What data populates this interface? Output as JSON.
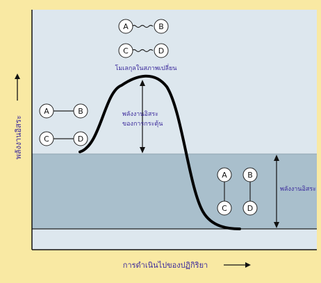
{
  "colors": {
    "background": "#f9e9a3",
    "plot_light": "#dde7ee",
    "plot_dark": "#a9bfcc",
    "text_purple": "#3b2a9c",
    "atom_fill": "#ffffff",
    "stroke": "#111111"
  },
  "axes": {
    "y_label": "พลังงานอิสระ",
    "x_label": "การดำเนินไปของปฏิกิริยา"
  },
  "transition_state": {
    "label": "โมเลกุลในสภาพเปลี่ยน",
    "atoms": [
      "A",
      "B",
      "C",
      "D"
    ]
  },
  "reactants": {
    "atoms": [
      "A",
      "B",
      "C",
      "D"
    ]
  },
  "products": {
    "atoms": [
      "A",
      "C",
      "B",
      "D"
    ]
  },
  "annotations": {
    "activation_energy": [
      "พลังงานอิสระ",
      "ของการกระตุ้น"
    ],
    "free_energy_change": "พลังงานอิสระ"
  }
}
